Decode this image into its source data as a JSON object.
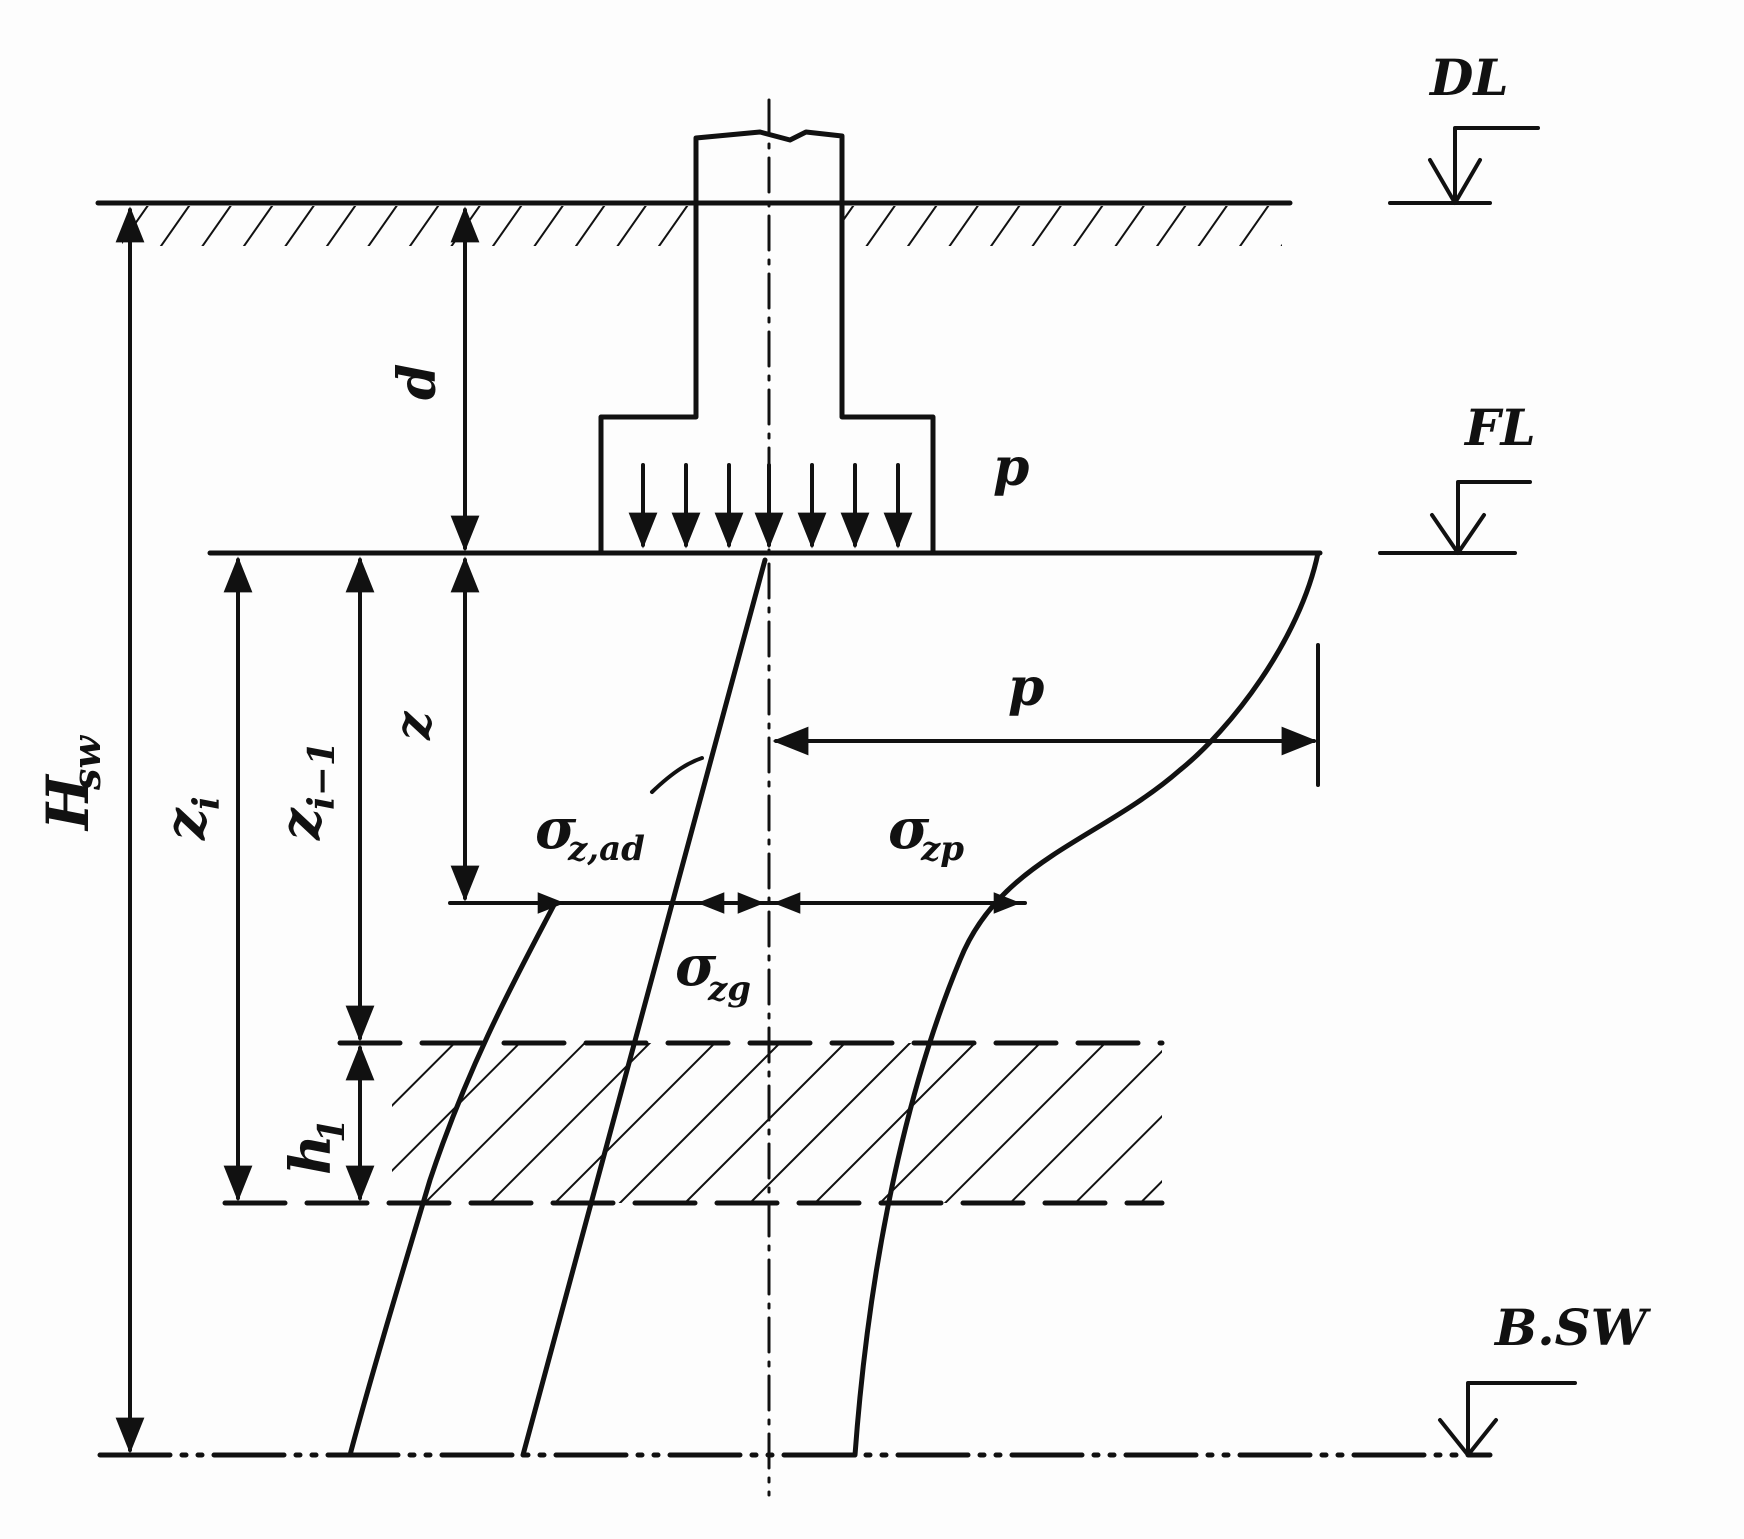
{
  "levels": {
    "dl": "DL",
    "fl": "FL",
    "bsw": "B.SW"
  },
  "dimensions": {
    "hsw": "H",
    "hsw_sub": "sw",
    "d": "d",
    "zi": "z",
    "zi_sub": "i",
    "zi1": "z",
    "zi1_sub": "i−1",
    "z": "z",
    "h1": "h",
    "h1_sub": "1"
  },
  "loads": {
    "p_top": "p",
    "p_right": "p"
  },
  "stresses": {
    "sigma_zad": "σ",
    "sigma_zad_sub": "z,ad",
    "sigma_zp": "σ",
    "sigma_zp_sub": "zp",
    "sigma_zg": "σ",
    "sigma_zg_sub": "zg"
  },
  "colors": {
    "ink": "#111111",
    "paper": "#fdfdfd"
  }
}
